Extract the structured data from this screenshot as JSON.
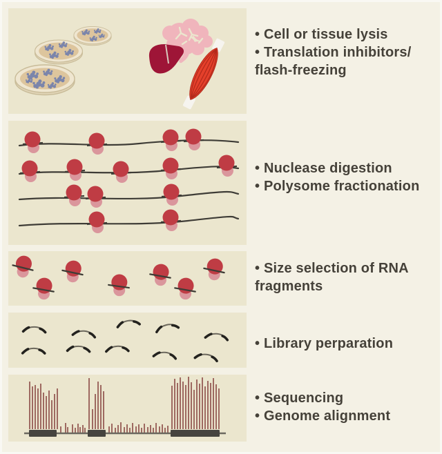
{
  "figure_kind": "ribosome-profiling-workflow-diagram",
  "bullet_char": "•",
  "steps": [
    {
      "name": "cell-or-tissue-lysis",
      "lines": [
        "• Cell or tissue lysis",
        "• Translation inhibitors/",
        "flash-freezing"
      ],
      "icons": [
        "petri-dish-icon",
        "brain-icon",
        "liver-icon",
        "muscle-icon"
      ]
    },
    {
      "name": "nuclease-digestion",
      "lines": [
        "• Nuclease digestion",
        "• Polysome fractionation"
      ],
      "icons": [
        "mrna-strand-icon",
        "ribosome-icon"
      ]
    },
    {
      "name": "size-selection",
      "lines": [
        "• Size selection of RNA",
        "fragments"
      ],
      "icons": [
        "ribosome-fragment-icon"
      ]
    },
    {
      "name": "library-preparation",
      "lines": [
        "• Library perparation"
      ],
      "icons": [
        "adapter-fragment-icon"
      ]
    },
    {
      "name": "sequencing-alignment",
      "lines": [
        "• Sequencing",
        "• Genome alignment"
      ],
      "icons": [
        "read-coverage-icon",
        "gene-model-icon"
      ]
    }
  ],
  "colors": {
    "page-bg": "#f4f1e5",
    "panel-bg": "#ebe6ce",
    "frame": "#f9f8f3",
    "text": "#454139",
    "ribosome-large": "#bf3c44",
    "ribosome-small": "#da969c",
    "mrna": "#3e3c36",
    "petri-rim": "#efe6d0",
    "petri-rim-stroke": "#c8bb98",
    "petri-agar": "#ddc59d",
    "petri-side": "#e0d4b6",
    "colony": "#7b85ab",
    "brain": "#f0b5bc",
    "liver": "#9e1537",
    "liver-line": "#d8cabd",
    "muscle": "#e5402b",
    "muscle-fiber": "#b1291b",
    "tendon": "#f6f4ef",
    "fragment-mid": "#6b675c",
    "fragment-end": "#23221e",
    "read": "#8a4a45",
    "exon": "#46443f",
    "genome-line": "#6b685f"
  }
}
